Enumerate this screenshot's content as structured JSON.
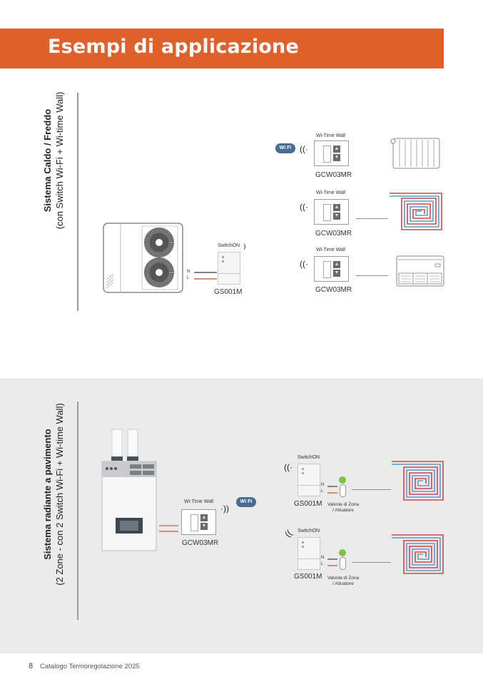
{
  "header": {
    "title": "Esempi di applicazione"
  },
  "colors": {
    "accent": "#e0602c",
    "section_bg": "#eaebea",
    "pipe_red": "#d0454f",
    "pipe_blue": "#5b9bc8",
    "valve_green": "#7cc242",
    "wifi_blue": "#4a6c93"
  },
  "section1": {
    "label_line1": "Sistema Caldo / Freddo",
    "label_line2": "(con Switch Wi-Fi + Wi-time Wall)",
    "source": {
      "icon": "heat-pump-icon"
    },
    "switch": {
      "caption": "SwitchON",
      "model": "GS001M",
      "n_label": "N",
      "l_label": "L"
    },
    "wifi_badge": "Wi Fi",
    "thermostats": [
      {
        "caption": "Wi-Time Wall",
        "model": "GCW03MR",
        "terminal": "radiator-icon"
      },
      {
        "caption": "Wi-Time Wall",
        "model": "GCW03MR",
        "terminal": "underfloor-heating-icon"
      },
      {
        "caption": "Wi-Time Wall",
        "model": "GCW03MR",
        "terminal": "fan-coil-icon"
      }
    ]
  },
  "section2": {
    "label_line1": "Sistema radiante a pavimento",
    "label_line2": "(2 Zone - con 2 Switch Wi-Fi + Wi-time Wall)",
    "source": {
      "icon": "boiler-icon"
    },
    "thermostat": {
      "caption": "Wi-Time Wall",
      "model": "GCW03MR"
    },
    "wifi_badge": "Wi Fi",
    "zones": [
      {
        "caption": "SwitchON",
        "model": "GS001M",
        "n_label": "N",
        "l_label": "L",
        "valve_line1": "Valvola di Zona",
        "valve_line2": "/ Attuatore"
      },
      {
        "caption": "SwitchON",
        "model": "GS001M",
        "n_label": "N",
        "l_label": "L",
        "valve_line1": "Valvola di Zona",
        "valve_line2": "/ Attuatore"
      }
    ]
  },
  "footer": {
    "page_number": "8",
    "catalog_title": "Catalogo Termoregolazione 2025"
  }
}
